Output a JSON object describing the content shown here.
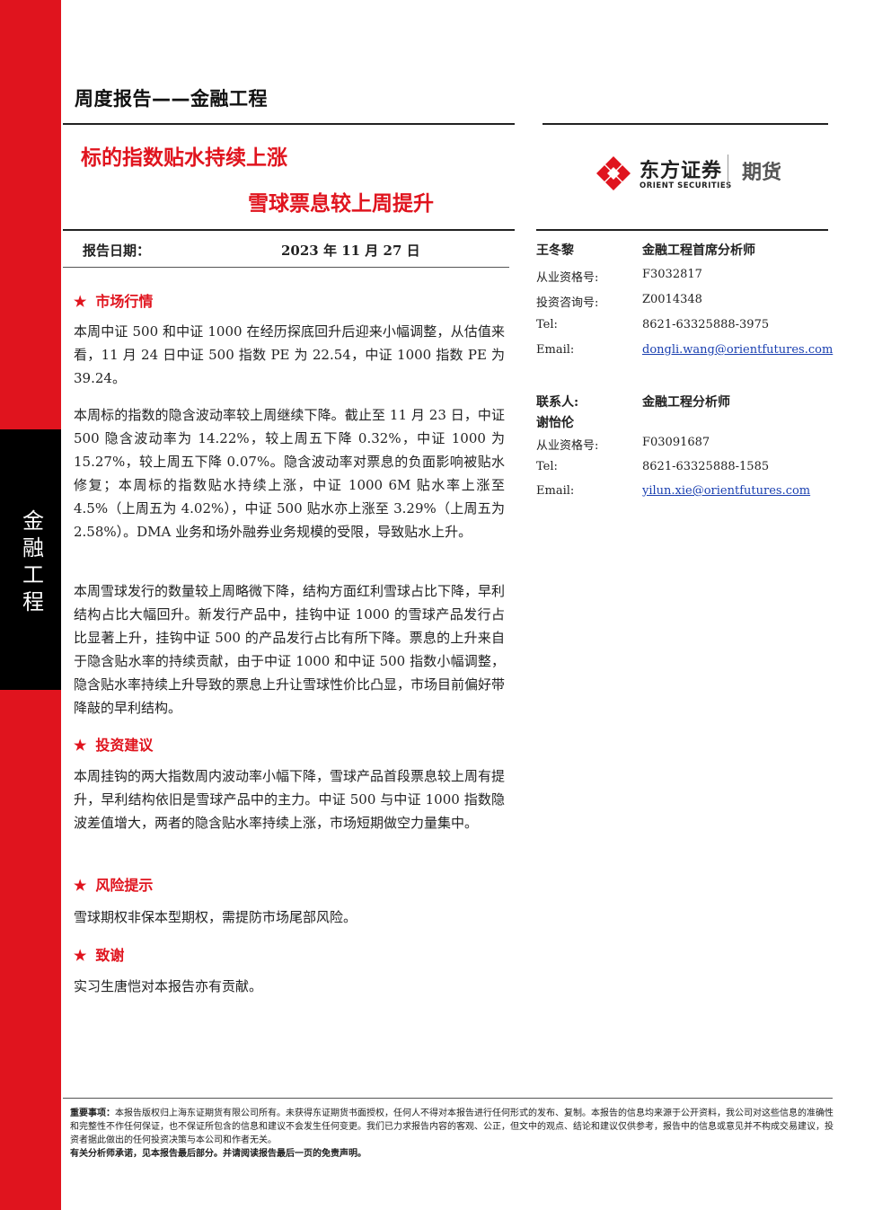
{
  "side_label": [
    "金",
    "融",
    "工",
    "程"
  ],
  "header": {
    "series": "周度报告——金融工程",
    "title_line1": "标的指数贴水持续上涨",
    "title_line2": "雪球票息较上周提升"
  },
  "logo": {
    "name_cn": "东方证券",
    "name_en": "ORIENT SECURITIES",
    "division": "期货",
    "brand_color": "#e0141e"
  },
  "report_date": {
    "label": "报告日期：",
    "value": "2023 年 11 月 27 日"
  },
  "sections": {
    "market": {
      "title": "市场行情",
      "paragraphs": [
        "本周中证 500 和中证 1000 在经历探底回升后迎来小幅调整，从估值来看，11 月 24 日中证 500 指数 PE 为 22.54，中证 1000 指数 PE 为 39.24。",
        "本周标的指数的隐含波动率较上周继续下降。截止至 11 月 23 日，中证 500 隐含波动率为 14.22%，较上周五下降 0.32%，中证 1000 为 15.27%，较上周五下降 0.07%。隐含波动率对票息的负面影响被贴水修复；本周标的指数贴水持续上涨，中证 1000 6M 贴水率上涨至 4.5%（上周五为 4.02%），中证 500 贴水亦上涨至 3.29%（上周五为 2.58%）。DMA 业务和场外融券业务规模的受限，导致贴水上升。",
        "本周雪球发行的数量较上周略微下降，结构方面红利雪球占比下降，早利结构占比大幅回升。新发行产品中，挂钩中证 1000 的雪球产品发行占比显著上升，挂钩中证 500 的产品发行占比有所下降。票息的上升来自于隐含贴水率的持续贡献，由于中证 1000 和中证 500 指数小幅调整，隐含贴水率持续上升导致的票息上升让雪球性价比凸显，市场目前偏好带降敲的早利结构。"
      ]
    },
    "advice": {
      "title": "投资建议",
      "paragraphs": [
        "本周挂钩的两大指数周内波动率小幅下降，雪球产品首段票息较上周有提升，早利结构依旧是雪球产品中的主力。中证 500 与中证 1000 指数隐波差值增大，两者的隐含贴水率持续上涨，市场短期做空力量集中。"
      ]
    },
    "risk": {
      "title": "风险提示",
      "paragraphs": [
        "雪球期权非保本型期权，需提防市场尾部风险。"
      ]
    },
    "thanks": {
      "title": "致谢",
      "paragraphs": [
        "实习生唐恺对本报告亦有贡献。"
      ]
    }
  },
  "analyst1": {
    "name": "王冬黎",
    "role": "金融工程首席分析师",
    "rows": [
      {
        "k": "从业资格号:",
        "v": "F3032817"
      },
      {
        "k": "投资咨询号:",
        "v": "Z0014348"
      },
      {
        "k": "Tel:",
        "v": "8621-63325888-3975"
      },
      {
        "k": "Email:",
        "v": "dongli.wang@orientfutures.com"
      }
    ]
  },
  "analyst2": {
    "contact_label": "联系人:",
    "role": "金融工程分析师",
    "name": "谢怡伦",
    "rows": [
      {
        "k": "从业资格号:",
        "v": "F03091687"
      },
      {
        "k": "Tel:",
        "v": "8621-63325888-1585"
      },
      {
        "k": "Email:",
        "v": "yilun.xie@orientfutures.com"
      }
    ]
  },
  "disclaimer": {
    "lead": "重要事项：",
    "text": "本报告版权归上海东证期货有限公司所有。未获得东证期货书面授权，任何人不得对本报告进行任何形式的发布、复制。本报告的信息均来源于公开资料，我公司对这些信息的准确性和完整性不作任何保证，也不保证所包含的信息和建议不会发生任何变更。我们已力求报告内容的客观、公正，但文中的观点、结论和建议仅供参考，报告中的信息或意见并不构成交易建议，投资者据此做出的任何投资决策与本公司和作者无关。",
    "footer": "有关分析师承诺，见本报告最后部分。并请阅读报告最后一页的免责声明。"
  }
}
